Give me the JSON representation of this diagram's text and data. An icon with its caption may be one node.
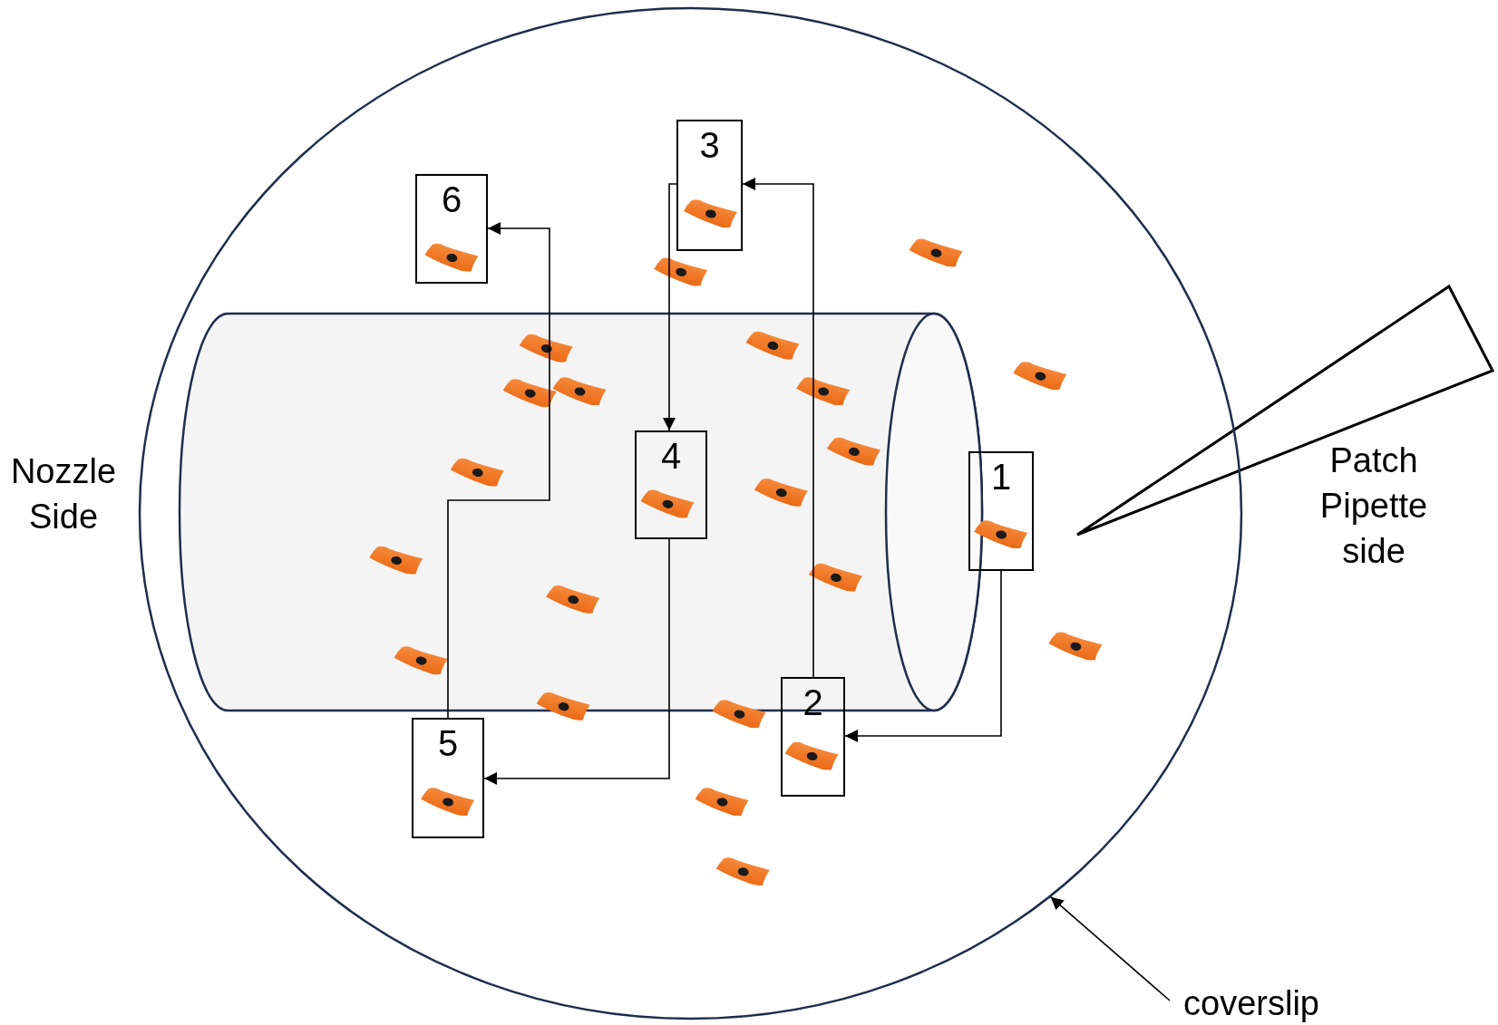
{
  "diagram": {
    "nodes": [
      {
        "text": [],
        "shape": "ellipse"
      },
      {
        "text": [
          "1"
        ],
        "in": 0
      },
      {
        "text": [
          "2"
        ],
        "in": 0
      },
      {
        "text": [
          "3"
        ],
        "in": 0
      },
      {
        "text": [
          "4"
        ],
        "in": 0
      },
      {
        "text": [
          "5"
        ],
        "in": 0
      },
      {
        "text": [
          "6"
        ],
        "in": 0
      },
      {
        "text": [
          "coverslip"
        ]
      }
    ],
    "edges": [
      {
        "from": 1,
        "to": 2,
        "arrow": "to"
      },
      {
        "from": 2,
        "to": 3,
        "arrow": "to"
      },
      {
        "from": 3,
        "to": 4,
        "arrow": "to"
      },
      {
        "from": 4,
        "to": 5,
        "arrow": "to"
      },
      {
        "from": 5,
        "to": 6,
        "arrow": "to"
      },
      {
        "from": 7,
        "to": 0,
        "arrow": "to"
      }
    ],
    "labels": [
      "Nozzle Side",
      "Patch Pipette side"
    ]
  }
}
